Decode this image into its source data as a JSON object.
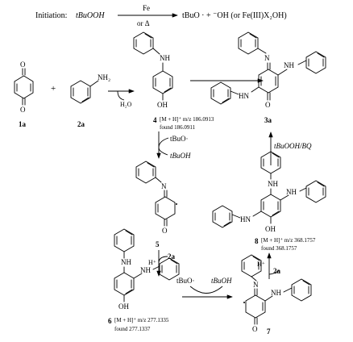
{
  "initiation": {
    "label": "Initiation:",
    "reactant": "tBuOOH",
    "catalyst": "Fe",
    "condition": "or Δ",
    "product": "tBuO · + ⁻OH (or Fe(III)X₂OH)"
  },
  "compounds": {
    "c1a": "1a",
    "c2a": "2a",
    "c4": "4",
    "c5": "5",
    "c6": "6",
    "c7": "7",
    "c8": "8",
    "c3a": "3a"
  },
  "atoms": {
    "O": "O",
    "OH": "OH",
    "NH": "NH",
    "NH2": "NH₂",
    "N": "N",
    "HN": "HN",
    "H2O": "H₂O"
  },
  "ms": {
    "m4_calc": "[M + H]⁺ m/z 186.0913",
    "m4_found": "found 186.0911",
    "m8_calc": "[M + H]⁺ m/z 368.1757",
    "m8_found": "found 368.1757",
    "m6_calc": "[M + H]⁺ m/z 277.1335",
    "m6_found": "found 277.1337"
  },
  "reagents": {
    "tBuO_rad": "tBuO·",
    "tBuOH": "tBuOH",
    "plus2a": "2a",
    "Hplus": "H⁺",
    "oxid": "tBuOOH/BQ",
    "plus": "+"
  }
}
